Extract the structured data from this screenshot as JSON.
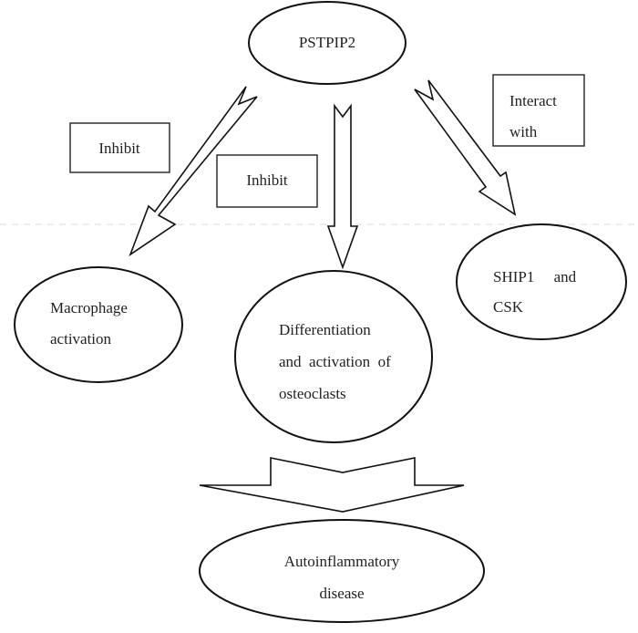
{
  "diagram": {
    "nodes": {
      "root": {
        "label": "PSTPIP2"
      },
      "macrophage": {
        "lines": [
          "Macrophage",
          "activation"
        ]
      },
      "osteoclasts": {
        "lines": [
          "Differentiation",
          "and  activation  of",
          "osteoclasts"
        ]
      },
      "ship1": {
        "lines": [
          "SHIP1     and",
          "CSK"
        ]
      },
      "disease": {
        "lines": [
          "Autoinflammatory",
          "disease"
        ]
      }
    },
    "edge_labels": {
      "inhibit_left": "Inhibit",
      "inhibit_middle": "Inhibit",
      "interact": [
        "Interact",
        "with"
      ]
    },
    "edges": [
      {
        "from": "root",
        "to": "macrophage",
        "label": "Inhibit"
      },
      {
        "from": "root",
        "to": "osteoclasts",
        "label": "Inhibit"
      },
      {
        "from": "root",
        "to": "ship1",
        "label": "Interact with"
      },
      {
        "from": "osteoclasts",
        "to": "disease",
        "label": ""
      }
    ]
  }
}
